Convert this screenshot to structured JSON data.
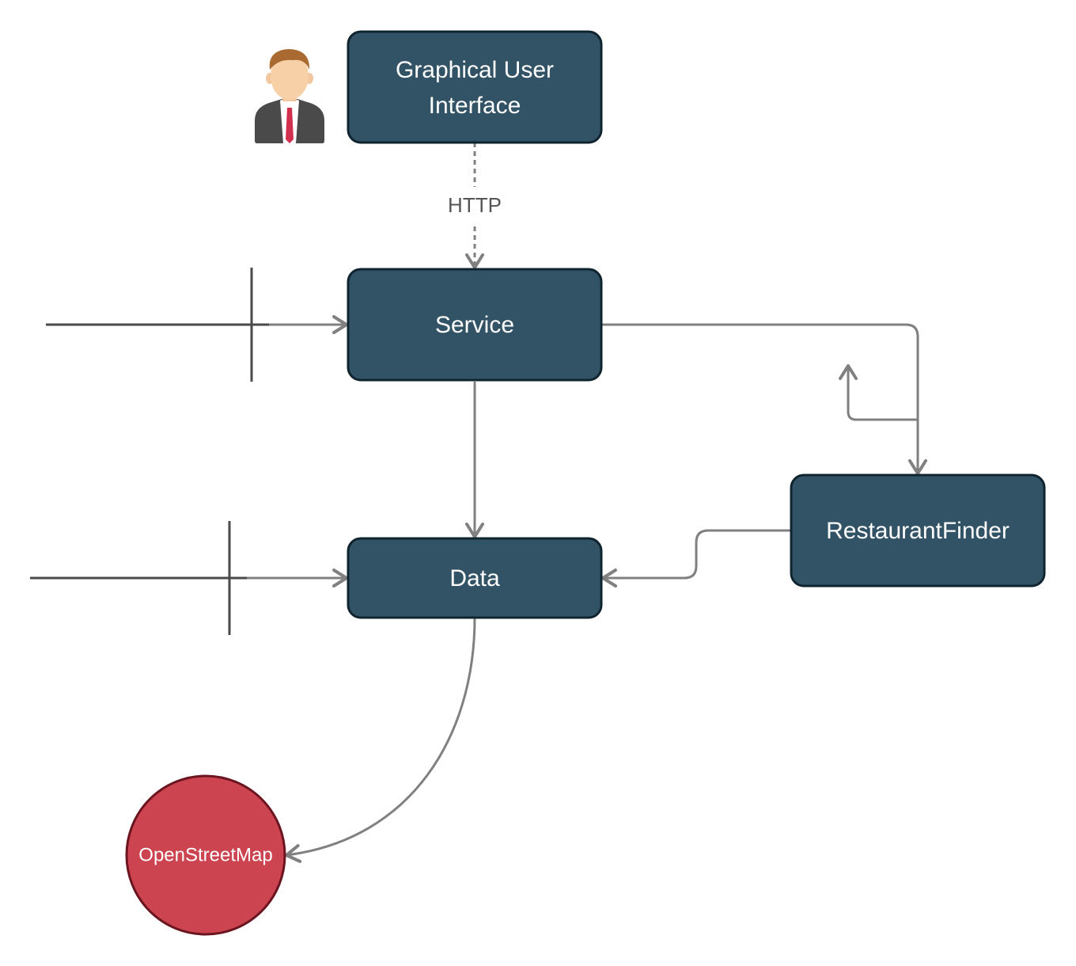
{
  "colors": {
    "box_fill": "#325365",
    "box_stroke": "#10242f",
    "circle_fill": "#cc444f",
    "circle_stroke": "#6b1520",
    "connector": "#808080",
    "bar": "#4a4a4a",
    "label_text": "#ffffff",
    "edge_text": "#555555"
  },
  "actor": {
    "icon": "person-in-suit-icon"
  },
  "nodes": {
    "gui": {
      "line1": "Graphical User",
      "line2": "Interface"
    },
    "service": {
      "label": "Service"
    },
    "data": {
      "label": "Data"
    },
    "restaurant_finder": {
      "label": "RestaurantFinder"
    },
    "openstreetmap": {
      "label": "OpenStreetMap"
    }
  },
  "edges": {
    "gui_to_service": {
      "label": "HTTP",
      "style": "dashed"
    },
    "service_to_data": {
      "style": "solid"
    },
    "service_to_restaurant_finder": {
      "style": "solid"
    },
    "restaurant_finder_to_data": {
      "style": "solid"
    },
    "data_to_openstreetmap": {
      "style": "curved"
    }
  }
}
